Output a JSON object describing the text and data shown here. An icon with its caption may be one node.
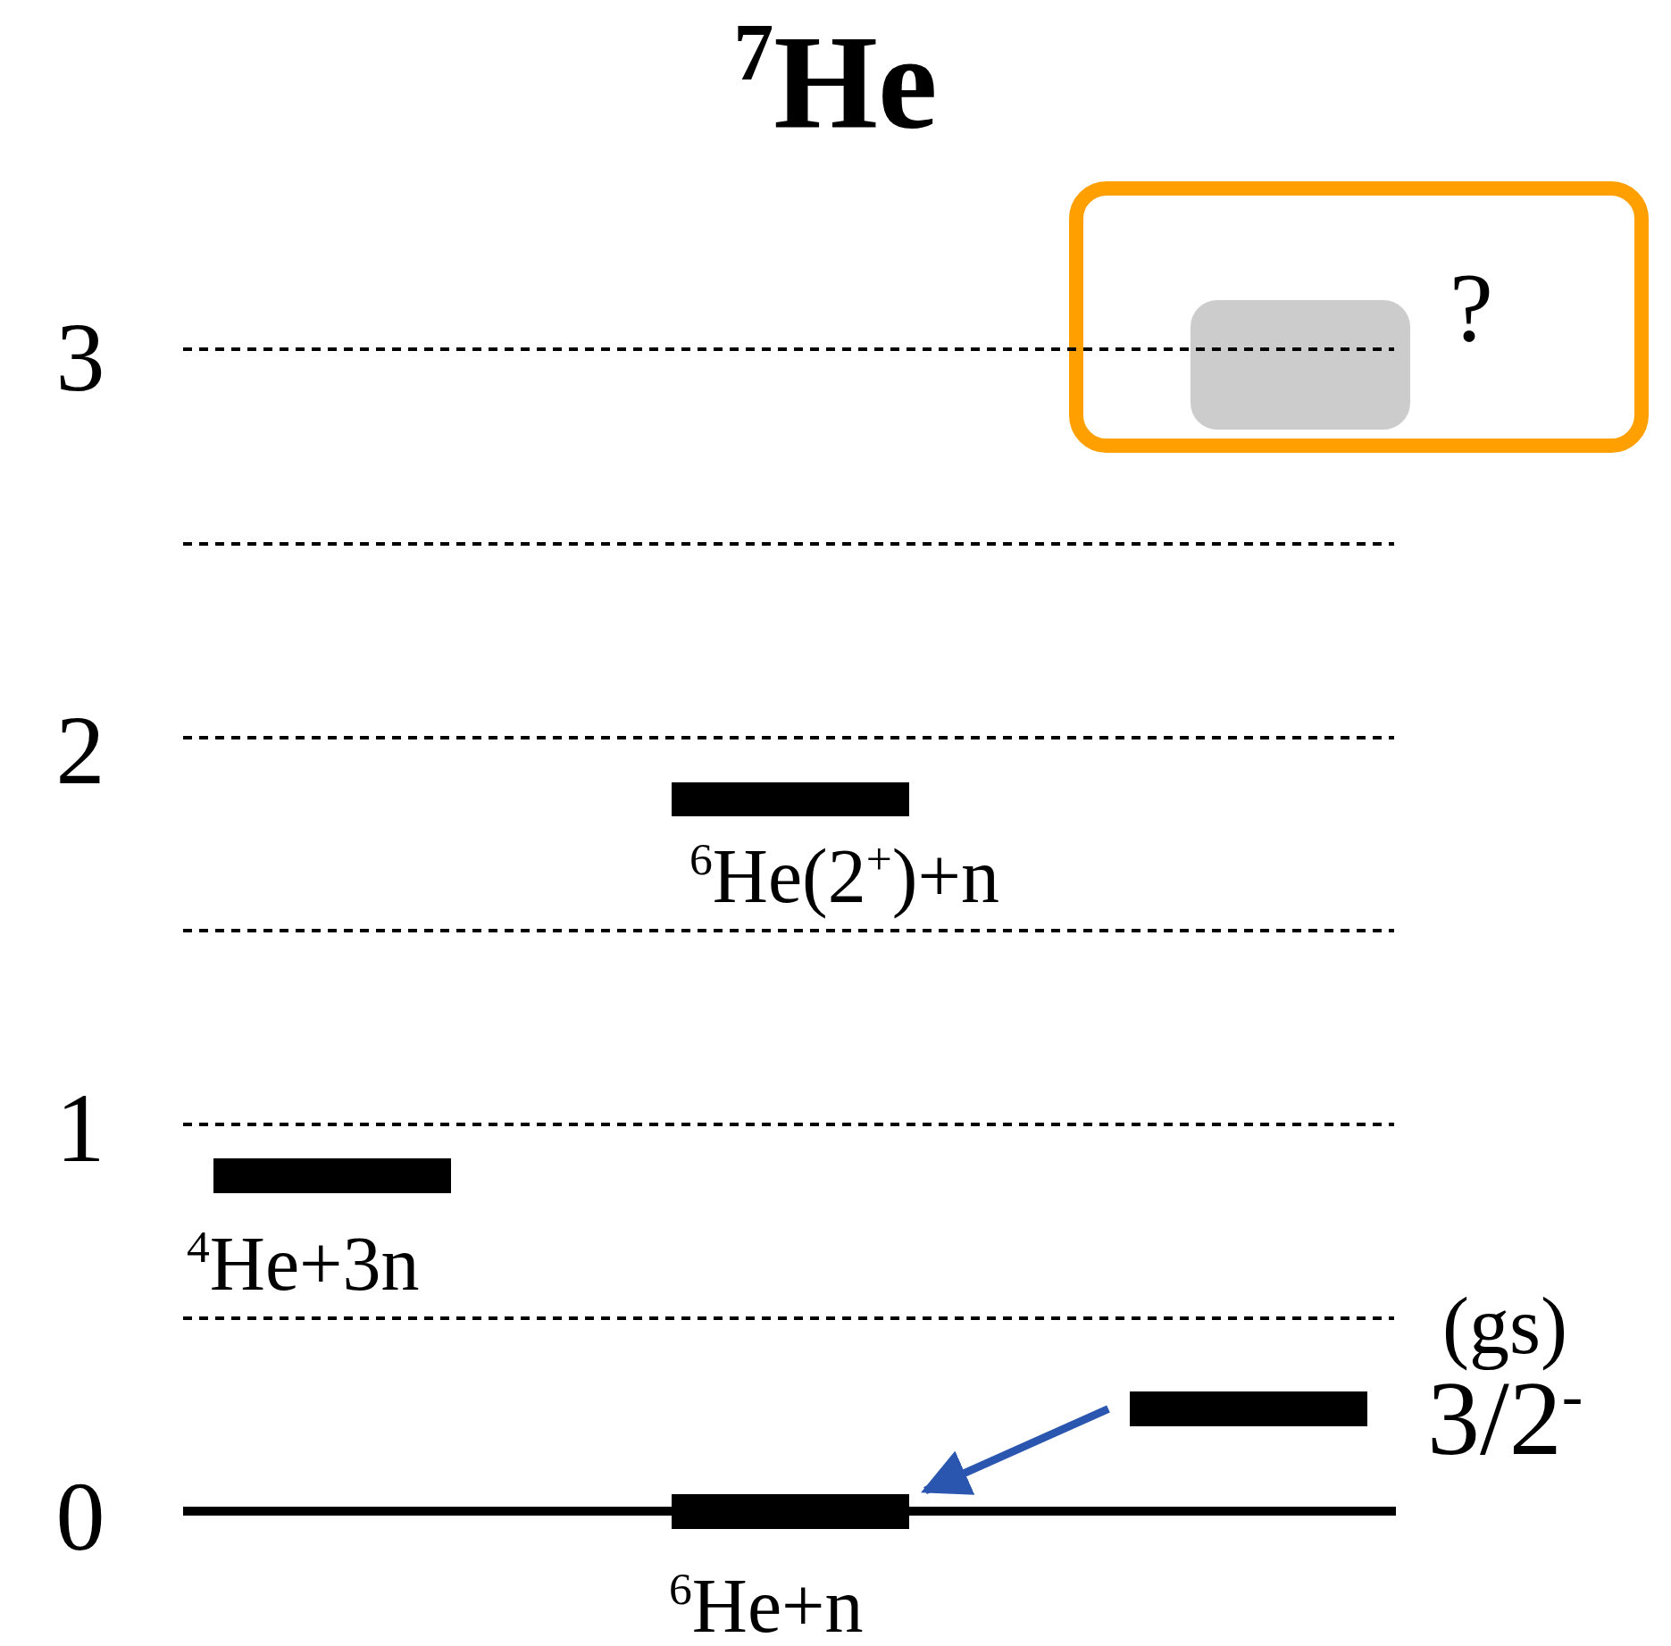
{
  "diagram": {
    "title": "$^{7}$He",
    "nodes": [
      {
        "text": [
          "?"
        ]
      },
      {
        "text": [],
        "shape": "box",
        "in": 0
      },
      {
        "text": [
          "$^{6}$He(2$^{+}$)+n"
        ]
      },
      {
        "text": [
          "$^{4}$He+3n"
        ]
      },
      {
        "text": [],
        "shape": "bar",
        "beside": [
          "(gs)",
          "3/2$^{-}$"
        ]
      },
      {
        "text": [
          "$^{6}$He+n"
        ]
      }
    ],
    "edges": [
      {
        "from": 4,
        "to": 5,
        "arrow": "to",
        "color": "#2a56b0"
      }
    ],
    "labels": [
      "3",
      "2",
      "1",
      "0"
    ]
  }
}
